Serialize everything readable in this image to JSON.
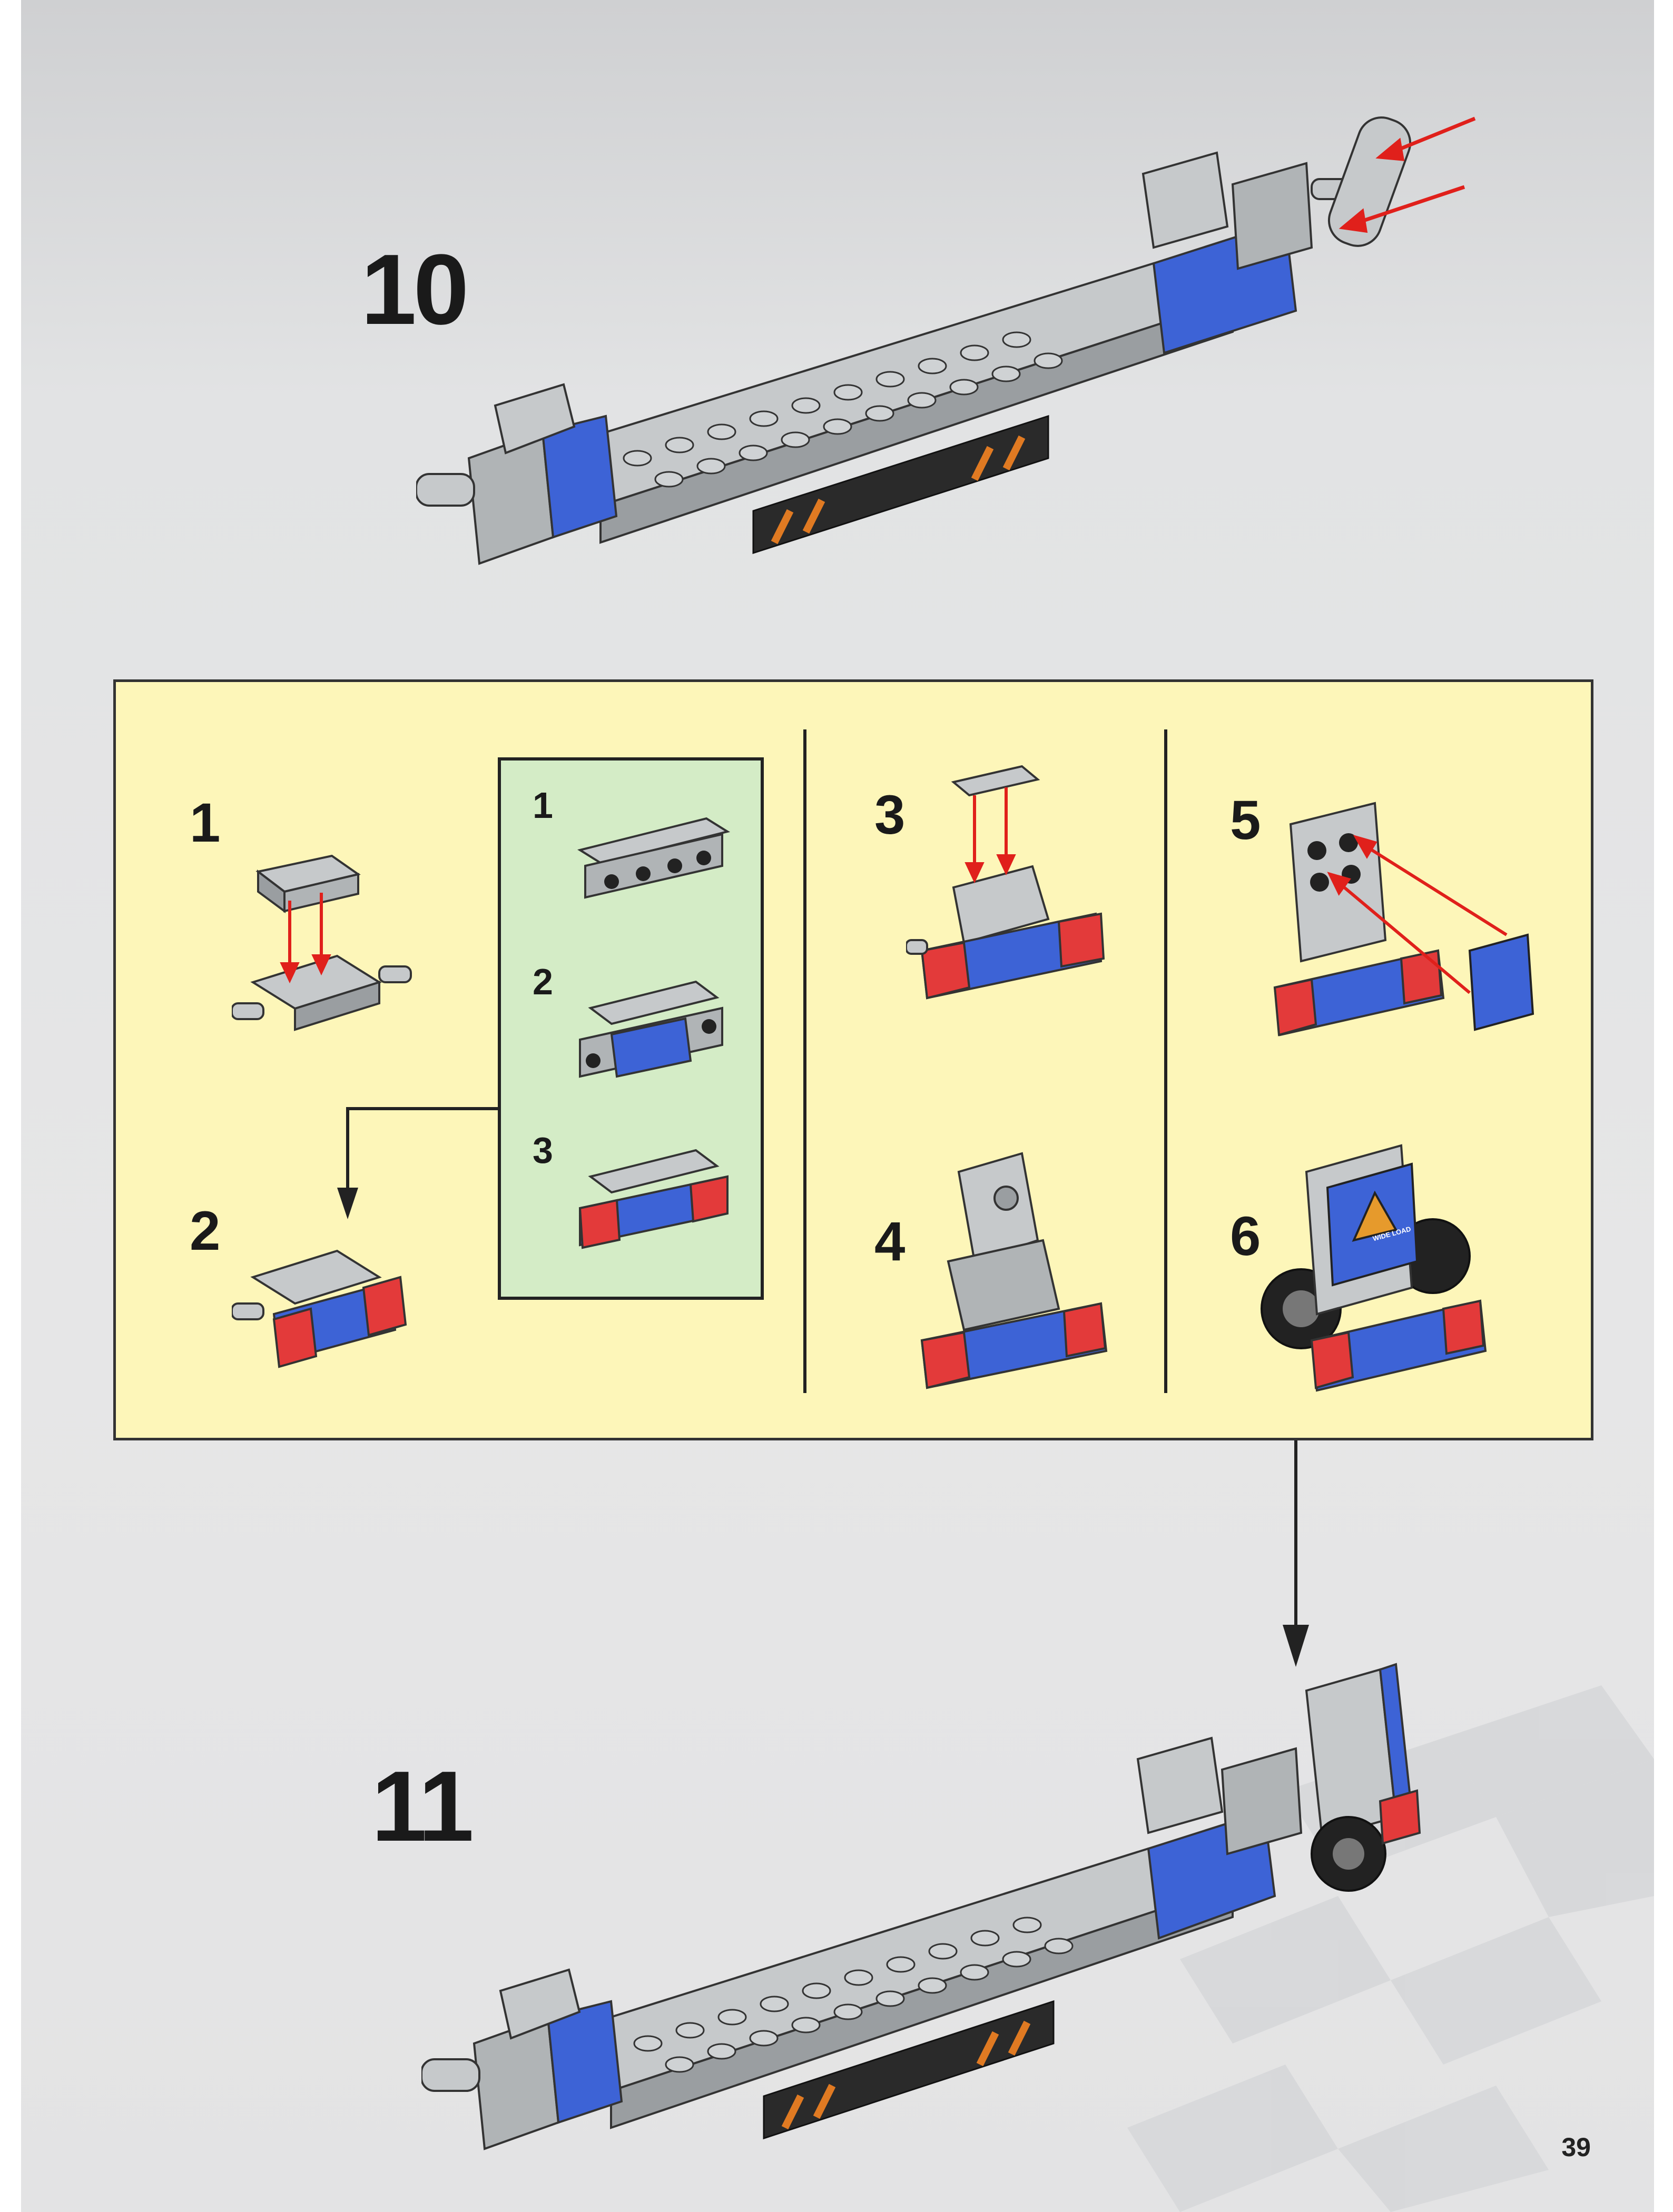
{
  "steps": {
    "main_top": "10",
    "main_bottom": "11"
  },
  "callout": {
    "sub_steps": [
      "1",
      "2",
      "3",
      "4",
      "5",
      "6"
    ],
    "subpanel_steps": [
      "1",
      "2",
      "3"
    ]
  },
  "page_number": "39",
  "sticker": {
    "wide_load": "WIDE LOAD"
  },
  "colors": {
    "page_bg": "#e4e4e5",
    "callout_bg": "#fdf6b9",
    "subpanel_bg": "#d4ecc6",
    "lego_grey": "#b9bdbf",
    "lego_blue": "#3d63d6",
    "lego_red": "#e33a3a",
    "arrow_red": "#e0201b"
  }
}
